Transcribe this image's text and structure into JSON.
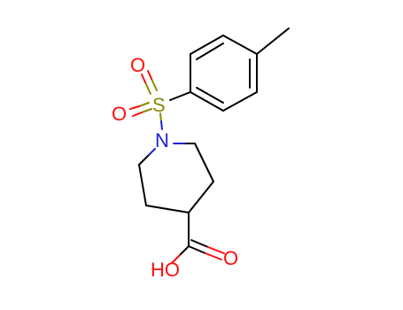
{
  "molecule": {
    "atoms": {
      "sulfur": "S",
      "nitrogen": "N",
      "sulfonyl_oxygen_top": "O",
      "sulfonyl_oxygen_bottom": "O",
      "carbonyl_oxygen": "O",
      "hydroxyl": "HO"
    },
    "colors": {
      "carbon_bond": "#000000",
      "oxygen": "#ff0d0d",
      "sulfur": "#8a8a00",
      "nitrogen": "#2020d8"
    }
  }
}
